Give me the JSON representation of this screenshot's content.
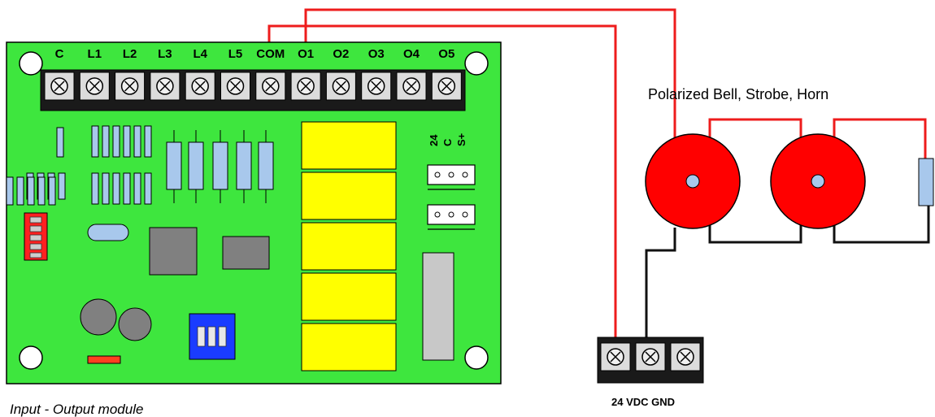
{
  "board": {
    "terminal_labels": [
      "C",
      "L1",
      "L2",
      "L3",
      "L4",
      "L5",
      "COM",
      "O1",
      "O2",
      "O3",
      "O4",
      "O5"
    ],
    "connector_labels": [
      "24",
      "C",
      "S+"
    ],
    "caption": "Input - Output module"
  },
  "devices": {
    "title": "Polarized Bell, Strobe, Horn"
  },
  "power": {
    "label": "24 VDC GND"
  },
  "colors": {
    "board_green": "#3ee63e",
    "wire_red": "#ee1c1c",
    "wire_black": "#111111",
    "relay_yellow": "#ffff00",
    "resistor_blue": "#a8c8ec",
    "device_red": "#ff0000",
    "chip_gray": "#808080"
  }
}
